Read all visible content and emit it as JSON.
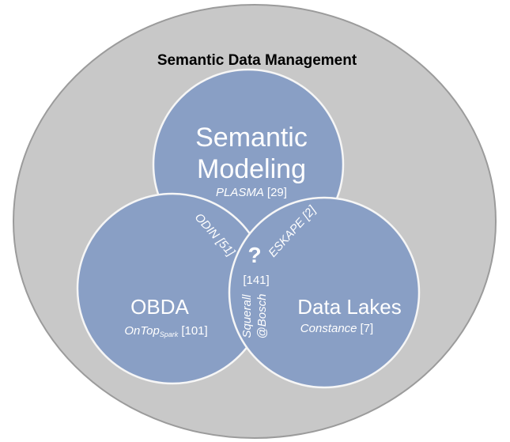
{
  "outer": {
    "title": "Semantic Data Management"
  },
  "circles": {
    "top": {
      "title_line1": "Semantic",
      "title_line2": "Modeling",
      "tool": "PLASMA",
      "ref": "[29]"
    },
    "left": {
      "title": "OBDA",
      "tool": "OnTop",
      "tool_sub": "Spark",
      "ref": "[101]"
    },
    "right": {
      "title": "Data Lakes",
      "tool": "Constance",
      "ref": "[7]"
    }
  },
  "overlaps": {
    "top_left": "ODIN [51]",
    "top_right": "ESKAPE [2]",
    "center_symbol": "?",
    "center_ref": "[141]",
    "bottom_line1": "Squerall",
    "bottom_line2": "@Bosch"
  },
  "colors": {
    "outer_fill": "#c8c8c8",
    "outer_stroke": "#9b9b9b",
    "circle_fill": "#7f98c5",
    "circle_stroke": "#ffffff",
    "text_light": "#ffffff"
  }
}
